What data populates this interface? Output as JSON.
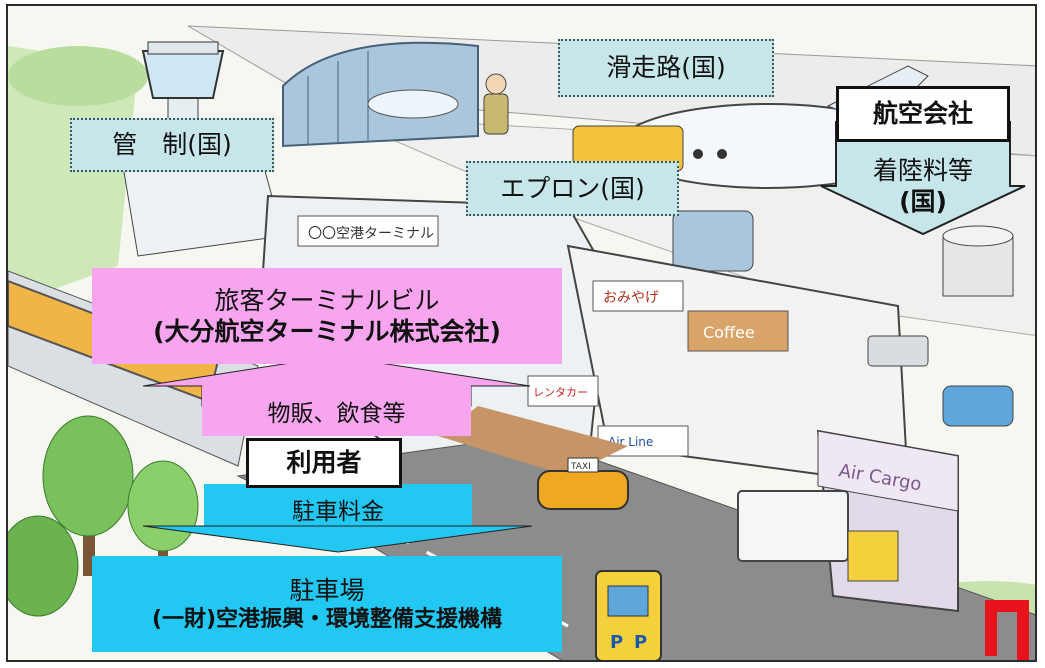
{
  "labels": {
    "control": "管　制(国)",
    "runway": "滑走路(国)",
    "apron": "エプロン(国)",
    "airline": "航空会社",
    "landing_fee_line1": "着陸料等",
    "landing_fee_line2": "(国)",
    "terminal_line1": "旅客ターミナルビル",
    "terminal_line2": "(大分航空ターミナル株式会社)",
    "sales": "物販、飲食等",
    "users": "利用者",
    "parking_fee": "駐車料金",
    "parking_line1": "駐車場",
    "parking_line2": "(一財)空港振興・環境整備支援機構"
  },
  "signs": {
    "terminal_sign": "〇〇空港ターミナル",
    "souvenir": "おみやげ",
    "coffee": "Coffee",
    "rent_a_car": "レンタカー",
    "air_line": "Air Line",
    "air_cargo": "Air Cargo",
    "taxi": "TAXI",
    "parking_p": "P"
  },
  "colors": {
    "label_teal": "#c6e6ea",
    "terminal_pink": "#f7a5ee",
    "parking_cyan": "#22c8f2",
    "accent_red": "#e8131b"
  }
}
